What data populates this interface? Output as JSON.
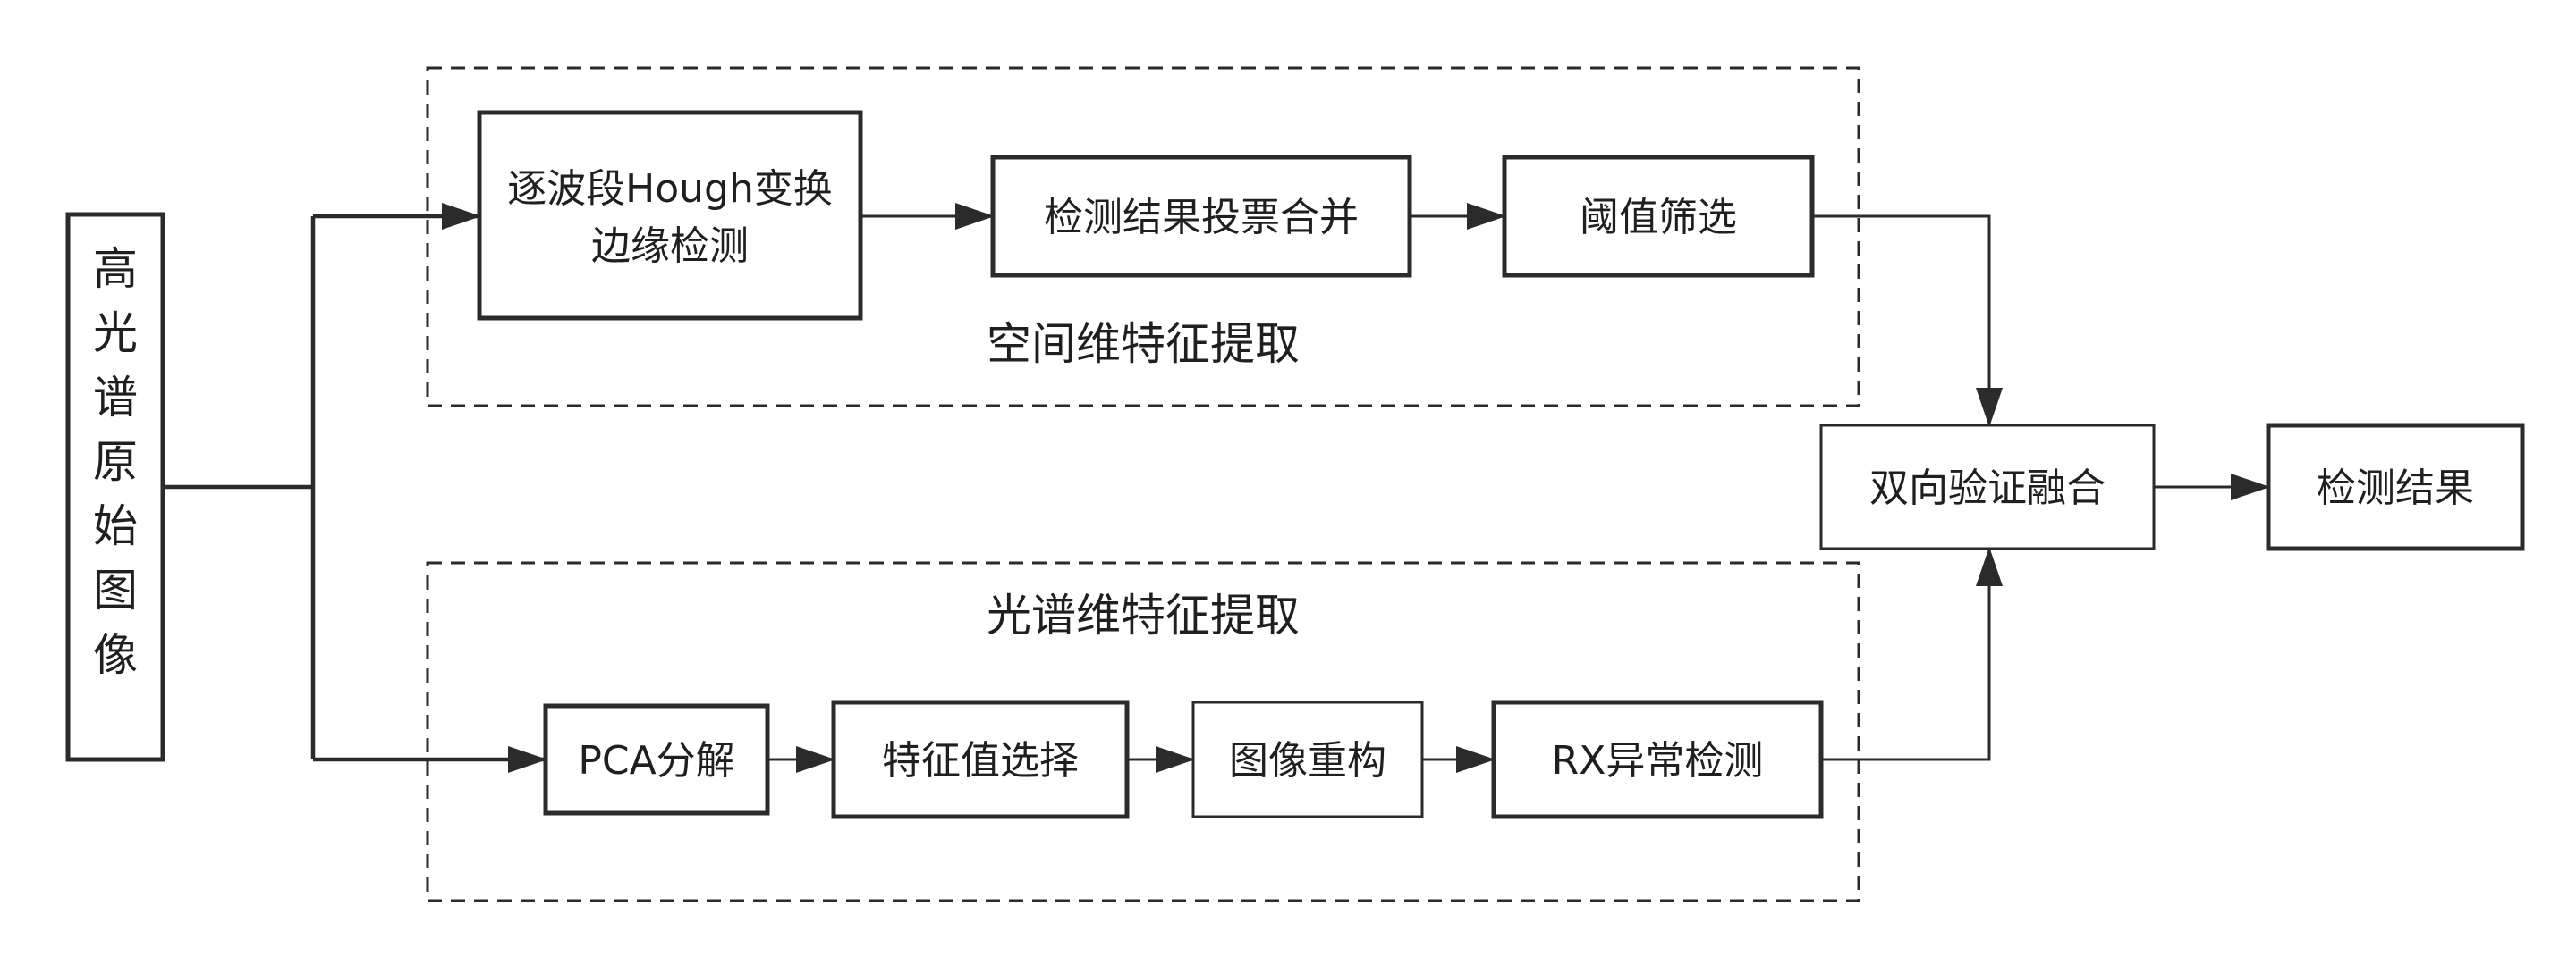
{
  "nodes": {
    "input_image": {
      "label": "高光谱原始图像"
    },
    "hough_edge": {
      "label_line1": "逐波段Hough变换",
      "label_line2": "边缘检测"
    },
    "vote_merge": {
      "label": "检测结果投票合并"
    },
    "threshold": {
      "label": "阈值筛选"
    },
    "pca": {
      "label": "PCA分解"
    },
    "feature_select": {
      "label": "特征值选择"
    },
    "reconstruct": {
      "label": "图像重构"
    },
    "rx_detect": {
      "label": "RX异常检测"
    },
    "fusion": {
      "label": "双向验证融合"
    },
    "result": {
      "label": "检测结果"
    }
  },
  "groups": {
    "spatial": {
      "title": "空间维特征提取"
    },
    "spectral": {
      "title": "光谱维特征提取"
    }
  },
  "edges": [
    {
      "from": "input_image",
      "to": "hough_edge"
    },
    {
      "from": "input_image",
      "to": "pca"
    },
    {
      "from": "hough_edge",
      "to": "vote_merge"
    },
    {
      "from": "vote_merge",
      "to": "threshold"
    },
    {
      "from": "threshold",
      "to": "fusion"
    },
    {
      "from": "pca",
      "to": "feature_select"
    },
    {
      "from": "feature_select",
      "to": "reconstruct"
    },
    {
      "from": "reconstruct",
      "to": "rx_detect"
    },
    {
      "from": "rx_detect",
      "to": "fusion"
    },
    {
      "from": "fusion",
      "to": "result"
    }
  ]
}
